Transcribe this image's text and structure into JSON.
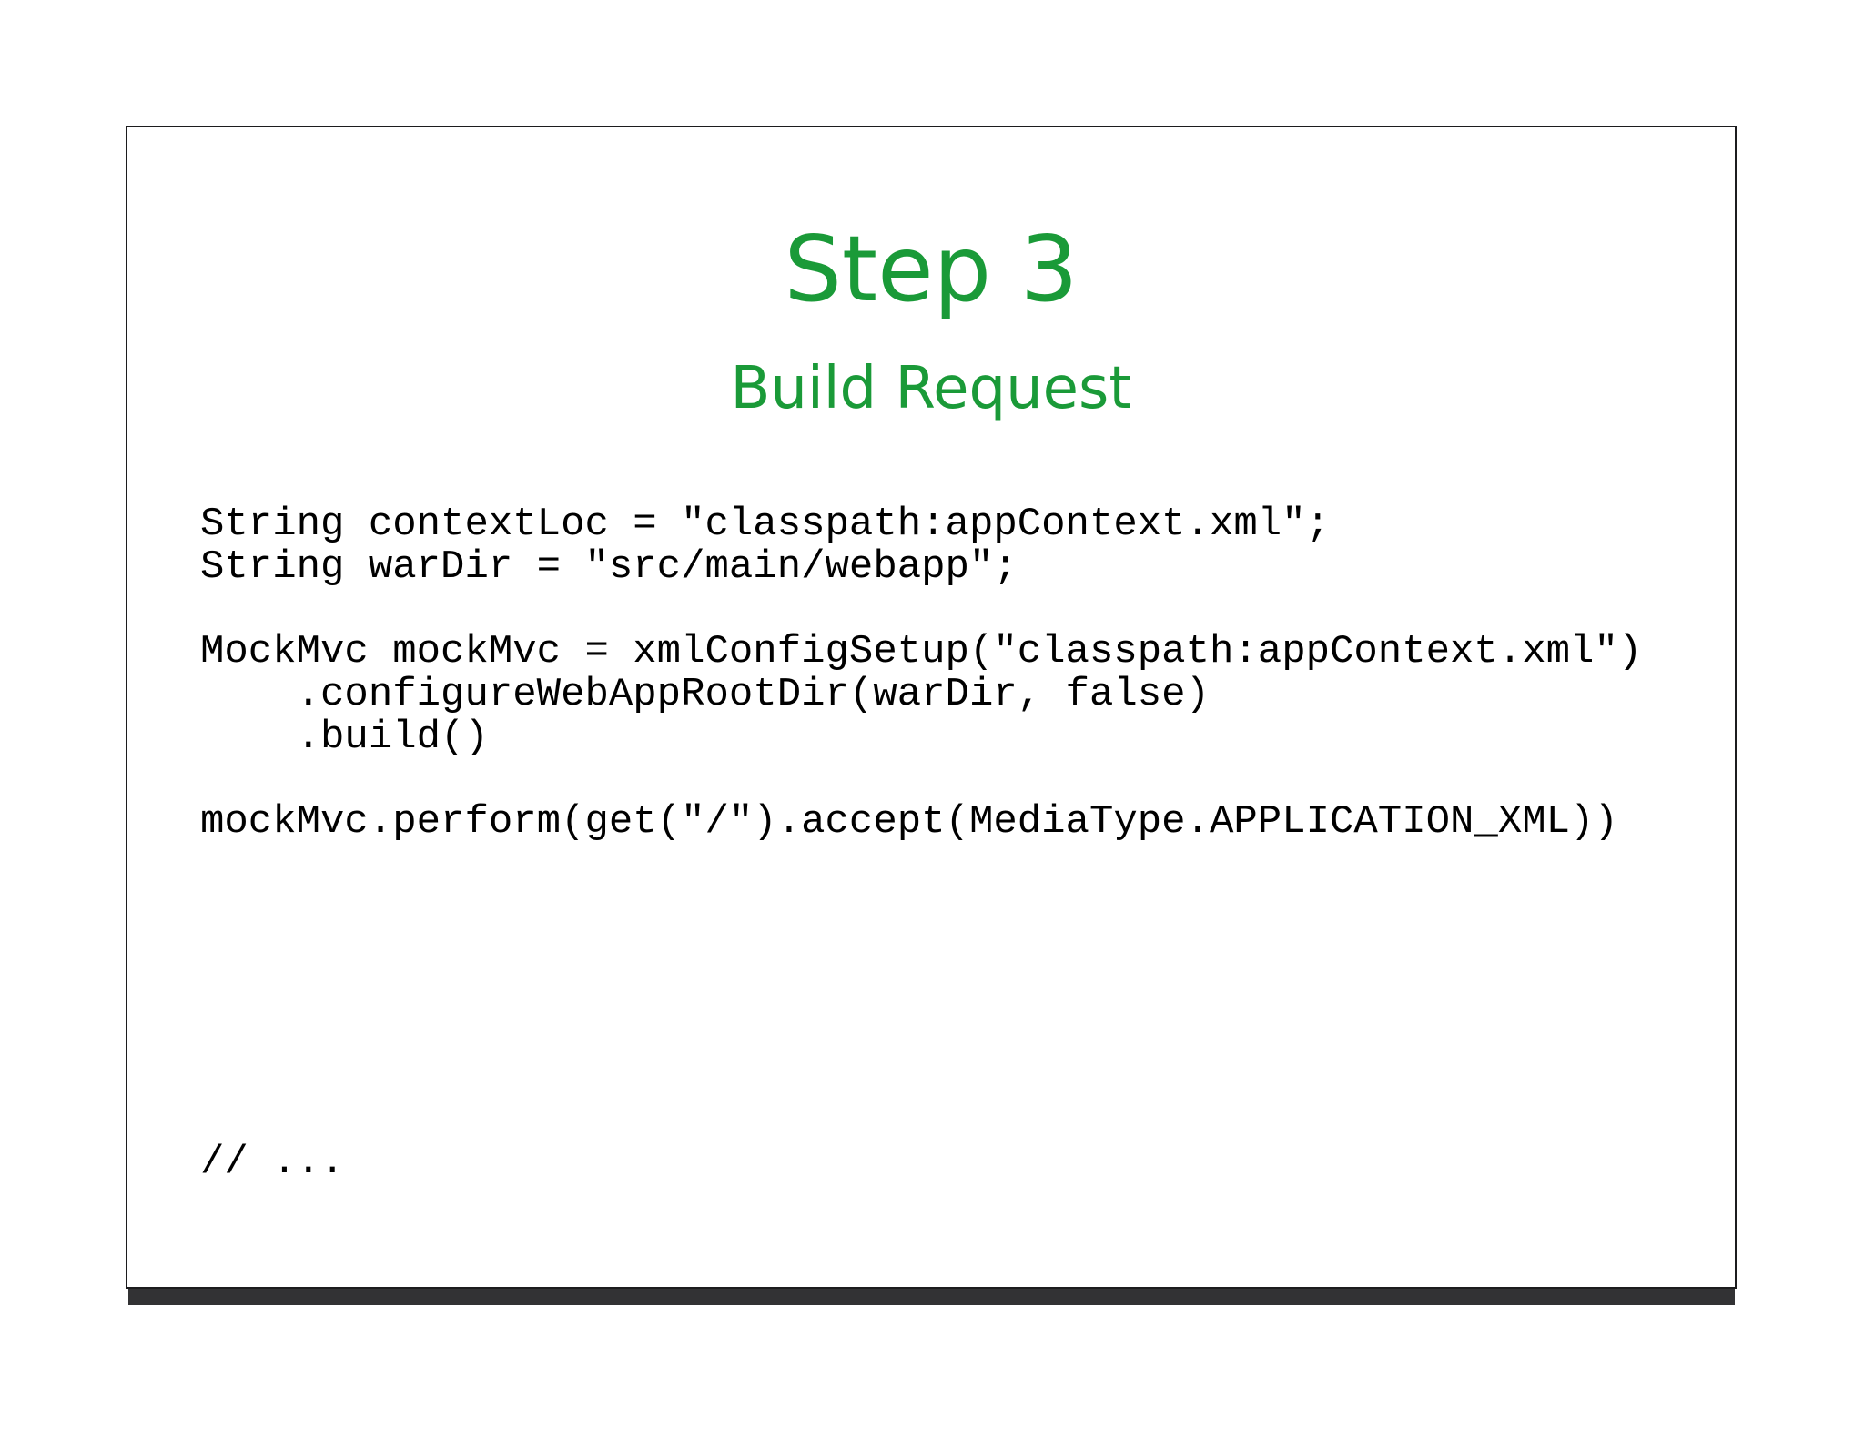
{
  "slide": {
    "title": "Step 3",
    "subtitle": "Build Request",
    "code_lines": [
      "String contextLoc = \"classpath:appContext.xml\";",
      "String warDir = \"src/main/webapp\";",
      "",
      "MockMvc mockMvc = xmlConfigSetup(\"classpath:appContext.xml\")",
      "    .configureWebAppRootDir(warDir, false)",
      "    .build()",
      "",
      "mockMvc.perform(get(\"/\").accept(MediaType.APPLICATION_XML))"
    ],
    "comment": "// ...",
    "colors": {
      "heading_green": "#1a9a38",
      "code_text": "#000000",
      "frame_border": "#1c1c1e",
      "footer_bar": "#323234",
      "background": "#ffffff"
    }
  }
}
